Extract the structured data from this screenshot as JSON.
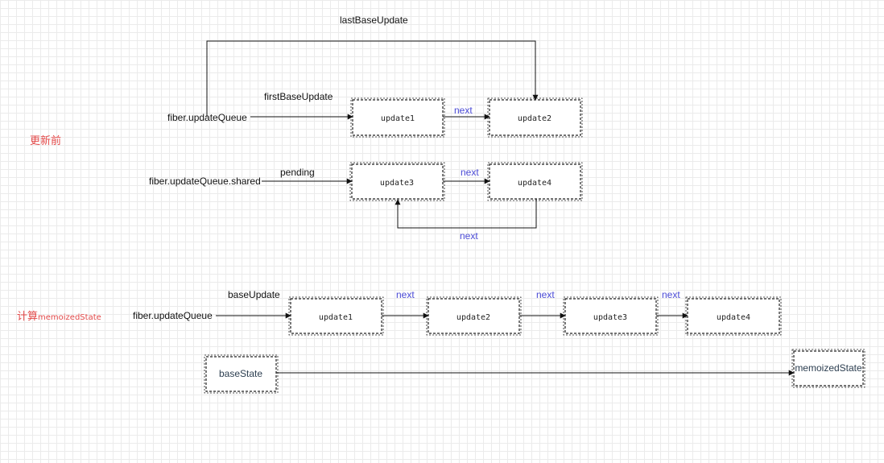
{
  "sections": {
    "before_update": "更新前",
    "compute_prefix": "计算",
    "compute_suffix": "memoizedState"
  },
  "labels": {
    "last_base_update": "lastBaseUpdate",
    "first_base_update": "firstBaseUpdate",
    "fiber_update_queue_top": "fiber.updateQueue",
    "fiber_update_queue_shared": "fiber.updateQueue.shared",
    "pending": "pending",
    "base_update": "baseUpdate",
    "fiber_update_queue_bottom": "fiber.updateQueue",
    "next_1": "next",
    "next_2": "next",
    "next_3": "next",
    "next_4": "next",
    "next_5": "next",
    "next_6": "next"
  },
  "nodes": {
    "top_update1": "update1",
    "top_update2": "update2",
    "mid_update3": "update3",
    "mid_update4": "update4",
    "bottom_update1": "update1",
    "bottom_update2": "update2",
    "bottom_update3": "update3",
    "bottom_update4": "update4",
    "base_state": "baseState",
    "memoized_state": "memoizedState"
  },
  "colors": {
    "section_label": "#e34a4a",
    "next_label": "#4b4bd6",
    "grid": "#ebebeb"
  }
}
